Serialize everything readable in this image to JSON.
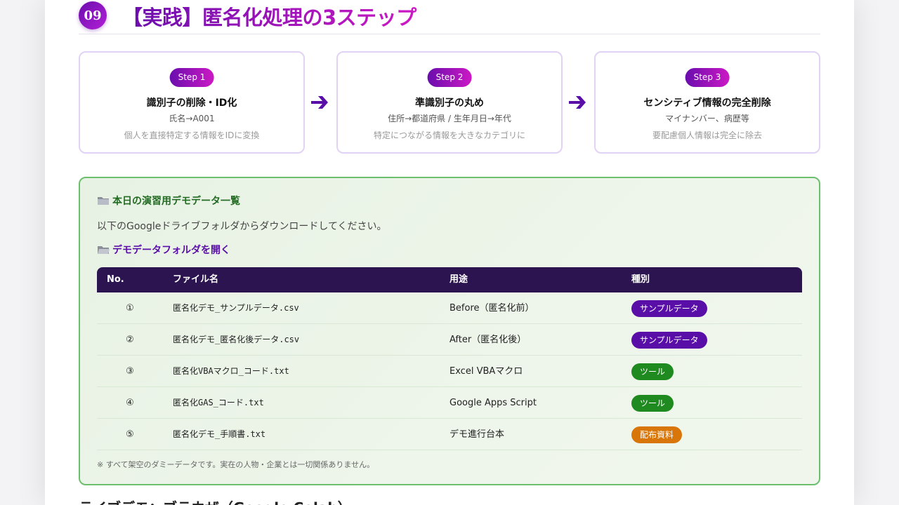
{
  "section": {
    "number": "09",
    "title": "【実践】匿名化処理の3ステップ"
  },
  "steps": [
    {
      "badge": "Step 1",
      "title": "識別子の削除・ID化",
      "sub": "氏名→A001",
      "desc": "個人を直接特定する情報をIDに変換"
    },
    {
      "badge": "Step 2",
      "title": "準識別子の丸め",
      "sub": "住所→都道府県 / 生年月日→年代",
      "desc": "特定につながる情報を大きなカテゴリに"
    },
    {
      "badge": "Step 3",
      "title": "センシティブ情報の完全削除",
      "sub": "マイナンバー、病歴等",
      "desc": "要配慮個人情報は完全に除去"
    }
  ],
  "data_box": {
    "title": "本日の演習用デモデータ一覧",
    "description": "以下のGoogleドライブフォルダからダウンロードしてください。",
    "folder_link": "デモデータフォルダを開く",
    "columns": [
      "No.",
      "ファイル名",
      "用途",
      "種別"
    ],
    "rows": [
      {
        "no": "①",
        "file": "匿名化デモ_サンプルデータ.csv",
        "purpose": "Before（匿名化前）",
        "type": "サンプルデータ",
        "type_color": "#5a0ea8"
      },
      {
        "no": "②",
        "file": "匿名化デモ_匿名化後データ.csv",
        "purpose": "After（匿名化後）",
        "type": "サンプルデータ",
        "type_color": "#5a0ea8"
      },
      {
        "no": "③",
        "file": "匿名化VBAマクロ_コード.txt",
        "purpose": "Excel VBAマクロ",
        "type": "ツール",
        "type_color": "#1f8a1f"
      },
      {
        "no": "④",
        "file": "匿名化GAS_コード.txt",
        "purpose": "Google Apps Script",
        "type": "ツール",
        "type_color": "#1f8a1f"
      },
      {
        "no": "⑤",
        "file": "匿名化デモ_手順書.txt",
        "purpose": "デモ進行台本",
        "type": "配布資料",
        "type_color": "#d9760a"
      }
    ],
    "note": "※ すべて架空のダミーデータです。実在の人物・企業とは一切関係ありません。"
  },
  "next_section": {
    "title": "ライブデモ：ブラウザ（Google Colab）"
  },
  "colors": {
    "accent_purple": "#6a0dad",
    "accent_magenta": "#cc19c4",
    "green_border": "#6cbf6c",
    "table_header": "#2b1450"
  }
}
